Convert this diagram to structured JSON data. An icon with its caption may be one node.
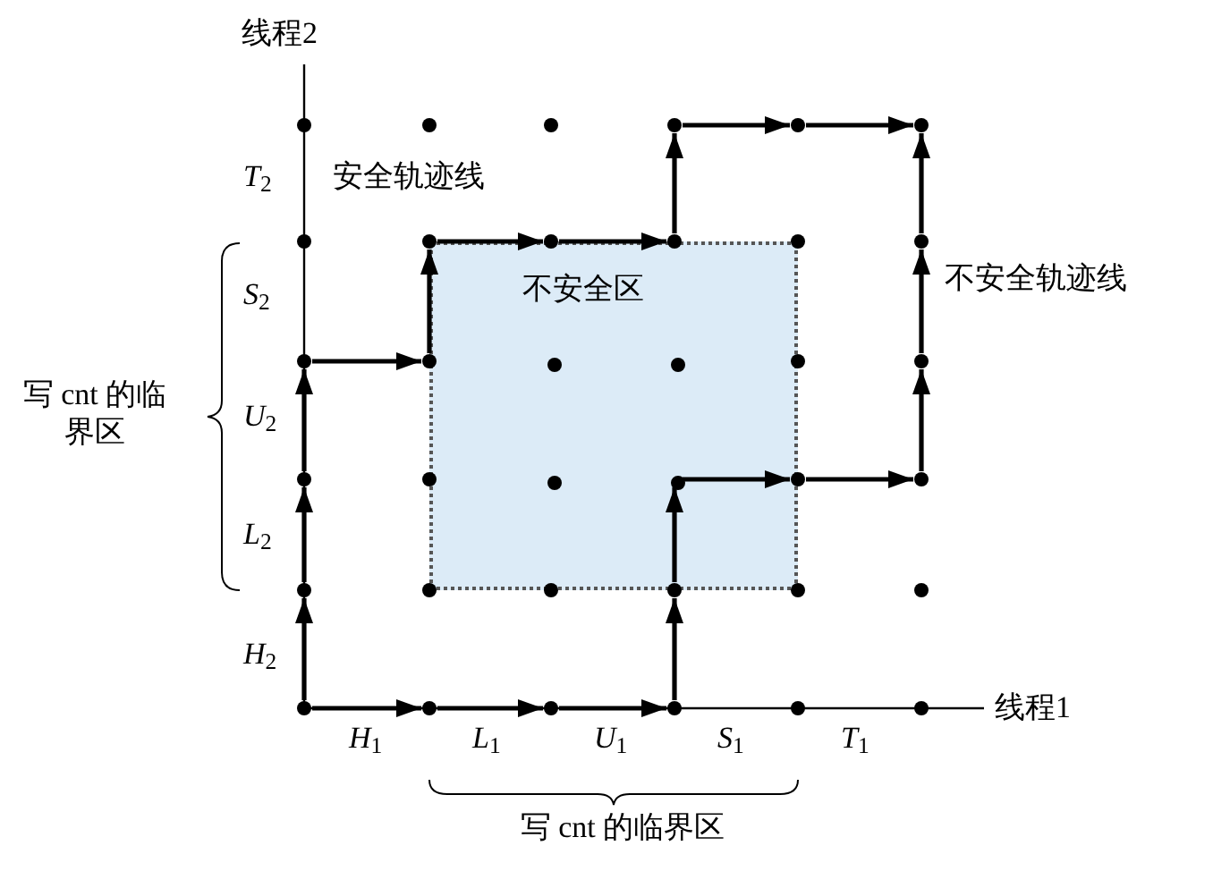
{
  "diagram": {
    "nodes": [
      {
        "text": [
          "不安全区"
        ]
      },
      {
        "text": [],
        "shape": "circle"
      },
      {
        "text": [],
        "shape": "circle"
      },
      {
        "text": [],
        "shape": "circle"
      },
      {
        "text": [],
        "shape": "circle"
      },
      {
        "text": [],
        "shape": "circle"
      },
      {
        "text": [],
        "shape": "circle"
      },
      {
        "text": [],
        "shape": "circle"
      },
      {
        "text": [],
        "shape": "circle"
      },
      {
        "text": [],
        "shape": "circle"
      },
      {
        "text": [],
        "shape": "circle"
      },
      {
        "text": [],
        "shape": "circle"
      },
      {
        "text": [],
        "shape": "circle"
      },
      {
        "text": [],
        "shape": "circle"
      },
      {
        "text": [],
        "shape": "circle"
      },
      {
        "text": [],
        "shape": "circle",
        "in": 0
      },
      {
        "text": [],
        "shape": "circle",
        "in": 0
      },
      {
        "text": [],
        "shape": "circle"
      },
      {
        "text": [],
        "shape": "circle"
      },
      {
        "text": [],
        "shape": "circle"
      },
      {
        "text": [],
        "shape": "circle"
      },
      {
        "text": [],
        "shape": "circle",
        "in": 0
      },
      {
        "text": [],
        "shape": "circle",
        "in": 0
      },
      {
        "text": [],
        "shape": "circle"
      },
      {
        "text": [],
        "shape": "circle"
      },
      {
        "text": [],
        "shape": "circle"
      },
      {
        "text": [],
        "shape": "circle"
      },
      {
        "text": [],
        "shape": "circle"
      },
      {
        "text": [],
        "shape": "circle"
      },
      {
        "text": [],
        "shape": "circle"
      },
      {
        "text": [],
        "shape": "circle"
      },
      {
        "text": [],
        "shape": "circle"
      },
      {
        "text": [],
        "shape": "circle"
      },
      {
        "text": [],
        "shape": "circle"
      },
      {
        "text": [],
        "shape": "circle"
      },
      {
        "text": [],
        "shape": "circle"
      },
      {
        "text": [],
        "shape": "circle"
      }
    ],
    "edges": [
      {
        "from": 31,
        "to": 25,
        "arrow": "to"
      },
      {
        "from": 25,
        "to": 19,
        "arrow": "to"
      },
      {
        "from": 19,
        "to": 13,
        "arrow": "to"
      },
      {
        "from": 13,
        "to": 14,
        "arrow": "to"
      },
      {
        "from": 14,
        "to": 8,
        "arrow": "to"
      },
      {
        "from": 8,
        "to": 9,
        "arrow": "to"
      },
      {
        "from": 9,
        "to": 10,
        "arrow": "to"
      },
      {
        "from": 10,
        "to": 4,
        "arrow": "to"
      },
      {
        "from": 4,
        "to": 5,
        "arrow": "to"
      },
      {
        "from": 5,
        "to": 6,
        "arrow": "to"
      },
      {
        "from": 31,
        "to": 32,
        "arrow": "to"
      },
      {
        "from": 32,
        "to": 33,
        "arrow": "to"
      },
      {
        "from": 33,
        "to": 34,
        "arrow": "to"
      },
      {
        "from": 34,
        "to": 28,
        "arrow": "to"
      },
      {
        "from": 28,
        "to": 22,
        "arrow": "to"
      },
      {
        "from": 22,
        "to": 23,
        "arrow": "to"
      },
      {
        "from": 23,
        "to": 24,
        "arrow": "to"
      },
      {
        "from": 24,
        "to": 18,
        "arrow": "to"
      },
      {
        "from": 18,
        "to": 12,
        "arrow": "to"
      },
      {
        "from": 12,
        "to": 6,
        "arrow": "to"
      }
    ],
    "labels": [
      "线程2",
      "*T*$_{2}$",
      "安全轨迹线",
      "*S*$_{2}$",
      "不安全轨迹线",
      "写 cnt 的临界区",
      "*U*$_{2}$",
      "*L*$_{2}$",
      "*H*$_{2}$",
      "线程1",
      "*H*$_{1}$",
      "*L*$_{1}$",
      "*U*$_{1}$",
      "*S*$_{1}$",
      "*T*$_{1}$",
      "写 cnt 的临界区"
    ]
  }
}
